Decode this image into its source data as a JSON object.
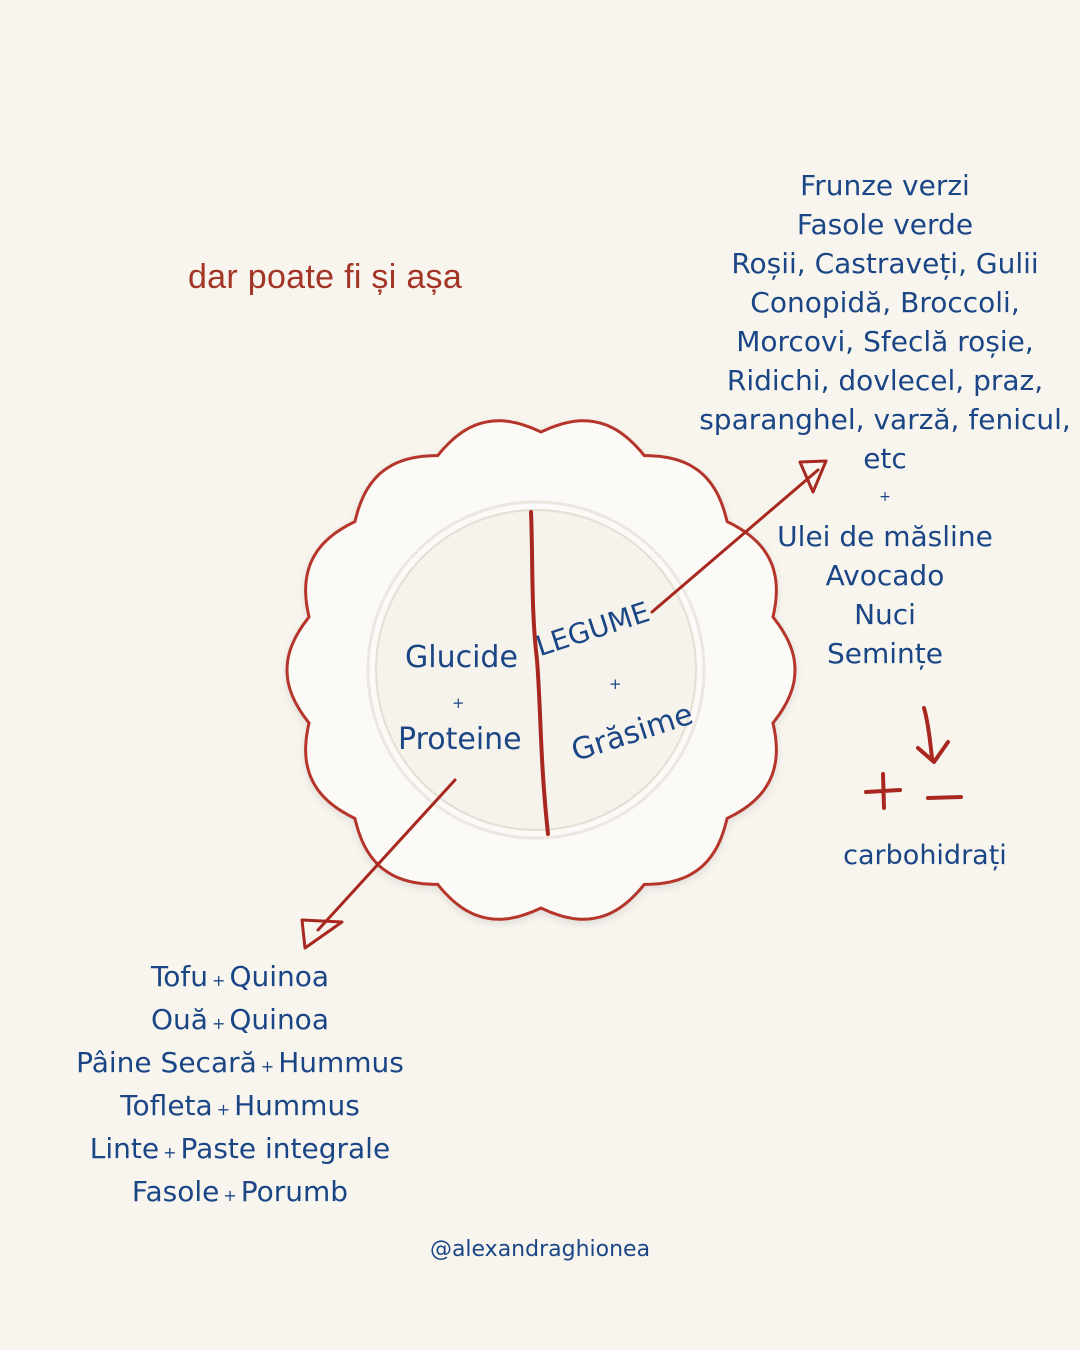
{
  "heading": "dar poate fi și așa",
  "plate": {
    "left_top": "Glucide",
    "left_plus": "+",
    "left_bottom": "Proteine",
    "right_top": "LEGUME",
    "right_plus": "+",
    "right_bottom": "Grăsime"
  },
  "vegetables": {
    "items": [
      "Frunze verzi",
      "Fasole verde",
      "Roșii, Castraveți, Gulii",
      "Conopidă, Broccoli,",
      "Morcovi, Sfeclă roșie,",
      "Ridichi, dovlecel, praz,",
      "sparanghel, varză, fenicul,",
      "etc"
    ],
    "plus": "+",
    "fats": [
      "Ulei de măsline",
      "Avocado",
      "Nuci",
      "Semințe"
    ]
  },
  "combos": [
    {
      "a": "Tofu",
      "sep": "+",
      "b": "Quinoa"
    },
    {
      "a": "Ouă",
      "sep": "+",
      "b": "Quinoa"
    },
    {
      "a": "Pâine Secară",
      "sep": "+",
      "b": "Hummus"
    },
    {
      "a": "Tofleta",
      "sep": "+",
      "b": "Hummus"
    },
    {
      "a": "Linte",
      "sep": "+",
      "b": "Paste integrale"
    },
    {
      "a": "Fasole",
      "sep": "+",
      "b": "Porumb"
    }
  ],
  "carbs_label": "carbohidrați",
  "handle": "@alexandraghionea",
  "colors": {
    "background": "#f8f5ef",
    "text_blue": "#1b4686",
    "accent_red": "#a33527",
    "plate": "#fbfaf6"
  }
}
